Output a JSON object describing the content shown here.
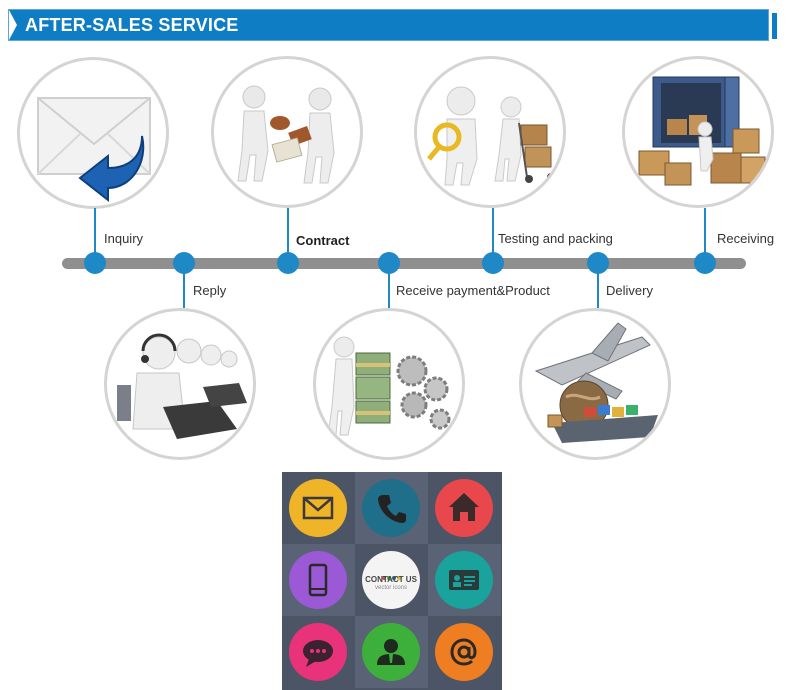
{
  "header": {
    "title": "AFTER-SALES SERVICE"
  },
  "steps": [
    {
      "label": "Inquiry"
    },
    {
      "label": "Reply"
    },
    {
      "label": "Contract"
    },
    {
      "label": "Receive payment&Product"
    },
    {
      "label": "Testing and packing"
    },
    {
      "label": "Delivery"
    },
    {
      "label": "Receiving"
    }
  ],
  "contact": {
    "title": "CONTACT US",
    "subtitle": "vector icons"
  },
  "colors": {
    "accent": "#0e7dc4",
    "timeline_dot": "#1f88c6",
    "timeline_bar": "#8f8f8f",
    "panel_bg": "#4c5566",
    "icon_yellow": "#f0b429",
    "icon_teal": "#1f6f8b",
    "icon_red": "#e8474c",
    "icon_purple": "#9b59d6",
    "icon_cyan": "#1aa39c",
    "icon_pink": "#e8327a",
    "icon_green": "#3cb03a",
    "icon_orange": "#ef7d22"
  },
  "icons": [
    "mail-icon",
    "phone-icon",
    "home-icon",
    "mobile-icon",
    "contact-us-badge",
    "id-card-icon",
    "chat-icon",
    "user-icon",
    "at-sign-icon"
  ]
}
